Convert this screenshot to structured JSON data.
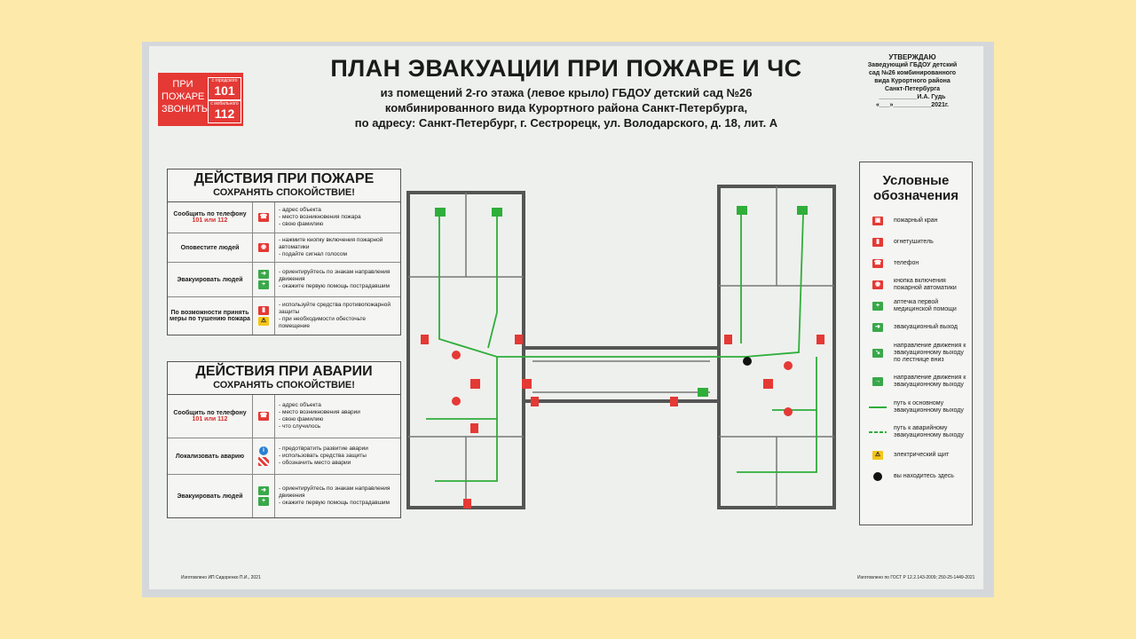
{
  "title": "ПЛАН ЭВАКУАЦИИ ПРИ ПОЖАРЕ И ЧС",
  "subtitle_lines": [
    "из помещений 2-го этажа (левое крыло) ГБДОУ детский сад №26",
    "комбинированного вида Курортного района Санкт-Петербурга,",
    "по адресу: Санкт-Петербург, г. Сестрорецк, ул. Володарского, д. 18, лит. А"
  ],
  "call_box": {
    "text_lines": [
      "ПРИ",
      "ПОЖАРЕ",
      "ЗВОНИТЬ"
    ],
    "landline_label": "с городского",
    "landline": "101",
    "mobile_label": "с мобильного",
    "mobile": "112"
  },
  "approve": {
    "heading": "УТВЕРЖДАЮ",
    "lines": [
      "Заведующий ГБДОУ детский",
      "сад №26 комбинированного",
      "вида Курортного района",
      "Санкт-Петербурга",
      "___________И.А. Гудь",
      "«___»___________2021г."
    ]
  },
  "fire_panel": {
    "heading": "ДЕЙСТВИЯ ПРИ ПОЖАРЕ",
    "subheading": "СОХРАНЯТЬ СПОКОЙСТВИЕ!",
    "rows": [
      {
        "label": "Сообщить по телефону",
        "label_red": "101 или 112",
        "icons": [
          "phone-icon"
        ],
        "items": [
          "- адрес объекта",
          "- место возникновения пожара",
          "- свою фамилию"
        ]
      },
      {
        "label": "Оповестите людей",
        "label_red": "",
        "icons": [
          "alarm-button-icon"
        ],
        "items": [
          "- нажмите кнопку включения пожарной автоматики",
          "- подайте сигнал голосом"
        ]
      },
      {
        "label": "Эвакуировать людей",
        "label_red": "",
        "icons": [
          "exit-icon",
          "first-aid-icon"
        ],
        "items": [
          "- ориентируйтесь по знакам направления движения",
          "- окажите первую помощь пострадавшим"
        ]
      },
      {
        "label": "По возможности принять меры по тушению пожара",
        "label_red": "",
        "icons": [
          "extinguisher-icon",
          "electric-hazard-icon"
        ],
        "items": [
          "- используйте средства противопожарной защиты",
          "- при необходимости обесточьте помещение"
        ]
      }
    ]
  },
  "accident_panel": {
    "heading": "ДЕЙСТВИЯ ПРИ АВАРИИ",
    "subheading": "СОХРАНЯТЬ СПОКОЙСТВИЕ!",
    "rows": [
      {
        "label": "Сообщить по телефону",
        "label_red": "101 или 112",
        "icons": [
          "phone-icon"
        ],
        "items": [
          "- адрес объекта",
          "- место возникновения аварии",
          "- свою фамилию",
          "- что случилось"
        ]
      },
      {
        "label": "Локализовать аварию",
        "label_red": "",
        "icons": [
          "info-icon",
          "hazard-stripe-icon"
        ],
        "items": [
          "- предотвратить развитие аварии",
          "- использовать средства защиты",
          "- обозначить место аварии"
        ]
      },
      {
        "label": "Эвакуировать людей",
        "label_red": "",
        "icons": [
          "exit-icon",
          "first-aid-icon"
        ],
        "items": [
          "- ориентируйтесь по знакам направления движения",
          "- окажите первую помощь пострадавшим"
        ]
      }
    ]
  },
  "legend": {
    "heading_lines": [
      "Условные",
      "обозначения"
    ],
    "items": [
      {
        "icon": "fire-hydrant-icon",
        "label": "пожарный кран"
      },
      {
        "icon": "extinguisher-icon",
        "label": "огнетушитель"
      },
      {
        "icon": "phone-icon",
        "label": "телефон"
      },
      {
        "icon": "alarm-button-icon",
        "label": "кнопка включения пожарной автоматики"
      },
      {
        "icon": "first-aid-icon",
        "label": "аптечка первой медицинской помощи"
      },
      {
        "icon": "exit-icon",
        "label": "эвакуационный выход"
      },
      {
        "icon": "stairs-down-icon",
        "label": "направление движения к эвакуационному выходу по лестнице вниз"
      },
      {
        "icon": "direction-icon",
        "label": "направление движения к эвакуационному выходу"
      },
      {
        "icon": "main-route-icon",
        "label": "путь к основному эвакуационному выходу"
      },
      {
        "icon": "emergency-route-icon",
        "label": "путь к аварийному эвакуационному выходу"
      },
      {
        "icon": "electric-panel-icon",
        "label": "электрический щит"
      },
      {
        "icon": "you-are-here-icon",
        "label": "вы находитесь здесь"
      }
    ]
  },
  "footer_left": "Изготовлено ИП Сидоренко П.И., 2021",
  "footer_right": "Изготовлено по ГОСТ Р 12.2.143-2009; 250-25-1449-2021",
  "colors": {
    "route": "#2fae3a",
    "sign_red": "#e53935",
    "walls": "#555555"
  }
}
